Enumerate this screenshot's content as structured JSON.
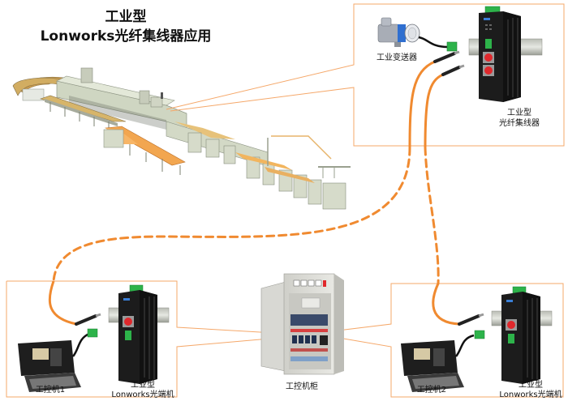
{
  "title": {
    "line1": "工业型",
    "line2": "Lonworks光纤集线器应用"
  },
  "colors": {
    "fiber": "#f08a30",
    "callout": "#f5b07a",
    "device_black": "#1c1c1c",
    "connector_green": "#2db34a",
    "fc_red": "#e0282c",
    "machine": "#d9dfcf",
    "conveyor": "#f0a04a"
  },
  "top_box": {
    "transmitter_label": "工业变送器",
    "hub_label_line1": "工业型",
    "hub_label_line2": "光纤集线器"
  },
  "left_box": {
    "pc_label": "工控机1",
    "device_label_line1": "工业型",
    "device_label_line2": "Lonworks光端机"
  },
  "right_box": {
    "pc_label": "工控机2",
    "device_label_line1": "工业型",
    "device_label_line2": "Lonworks光端机"
  },
  "cabinet": {
    "label": "工控机柜"
  },
  "icons": {
    "production_line": "factory-production-line-icon",
    "transmitter": "pressure-transmitter-icon",
    "hub": "fiber-hub-icon",
    "optical_terminal": "optical-terminal-icon",
    "industrial_pc": "industrial-pc-icon",
    "control_cabinet": "control-cabinet-icon"
  }
}
